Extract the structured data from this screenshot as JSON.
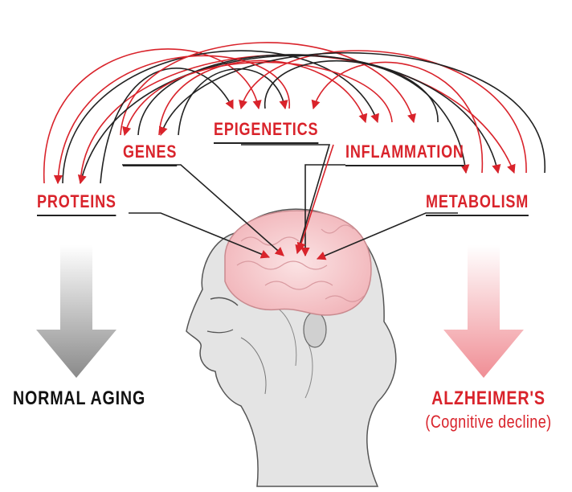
{
  "factors": {
    "epigenetics": "EPIGENETICS",
    "genes": "GENES",
    "inflammation": "INFLAMMATION",
    "proteins": "PROTEINS",
    "metabolism": "METABOLISM"
  },
  "outcomes": {
    "normal": "NORMAL AGING",
    "alzheimers": "ALZHEIMER'S",
    "alzheimers_sub": "(Cognitive decline)"
  },
  "colors": {
    "accent_red": "#d9232b",
    "arc_dark": "#222222",
    "brain_pink": "#f6c9cc",
    "arrow_gray": "#8a8a8a",
    "arrow_pink": "#f08e95"
  }
}
